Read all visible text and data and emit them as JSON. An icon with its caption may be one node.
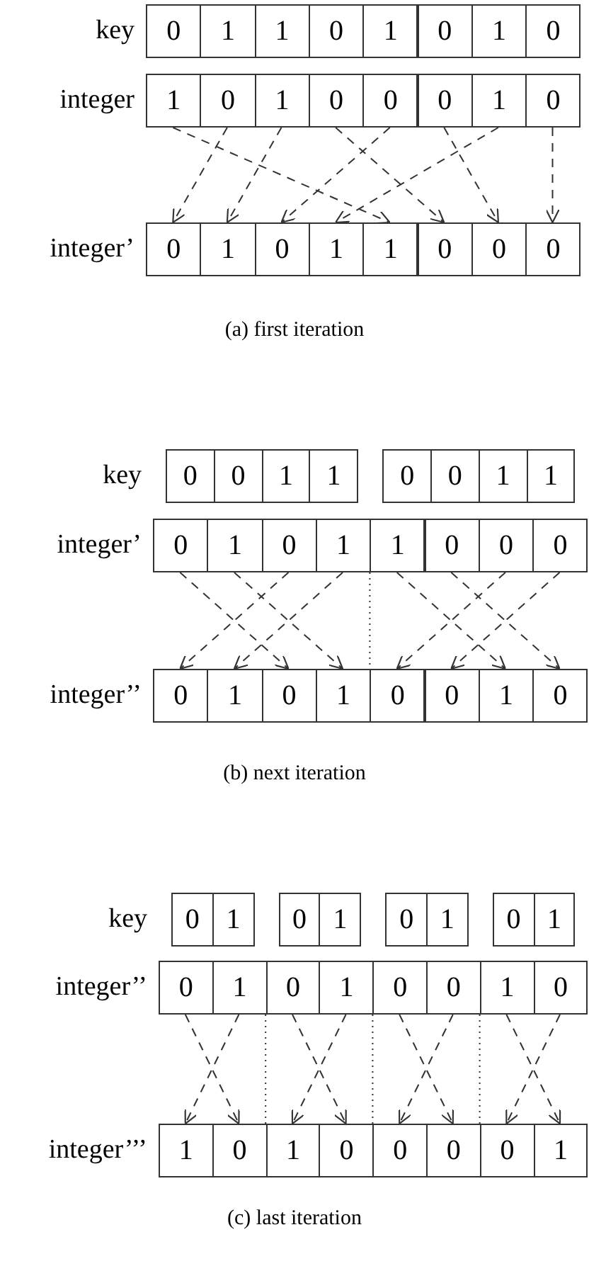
{
  "diagram": {
    "nodes": [
      {
        "text": [
          "0"
        ]
      },
      {
        "text": [
          "1"
        ]
      },
      {
        "text": [
          "1"
        ]
      },
      {
        "text": [
          "0"
        ]
      },
      {
        "text": [
          "1"
        ]
      },
      {
        "text": [
          "0"
        ]
      },
      {
        "text": [
          "1"
        ]
      },
      {
        "text": [
          "0"
        ]
      },
      {
        "text": [
          "1"
        ]
      },
      {
        "text": [
          "0"
        ]
      },
      {
        "text": [
          "1"
        ]
      },
      {
        "text": [
          "0"
        ]
      },
      {
        "text": [
          "0"
        ]
      },
      {
        "text": [
          "0"
        ]
      },
      {
        "text": [
          "1"
        ]
      },
      {
        "text": [
          "0"
        ]
      },
      {
        "text": [
          "0"
        ]
      },
      {
        "text": [
          "1"
        ]
      },
      {
        "text": [
          "0"
        ]
      },
      {
        "text": [
          "1"
        ]
      },
      {
        "text": [
          "1"
        ]
      },
      {
        "text": [
          "0"
        ]
      },
      {
        "text": [
          "0"
        ]
      },
      {
        "text": [
          "0"
        ]
      },
      {
        "text": [
          "0"
        ]
      },
      {
        "text": [
          "0"
        ]
      },
      {
        "text": [
          "1"
        ]
      },
      {
        "text": [
          "1"
        ]
      },
      {
        "text": [
          "0"
        ]
      },
      {
        "text": [
          "0"
        ]
      },
      {
        "text": [
          "1"
        ]
      },
      {
        "text": [
          "1"
        ]
      },
      {
        "text": [
          "0"
        ]
      },
      {
        "text": [
          "1"
        ]
      },
      {
        "text": [
          "0"
        ]
      },
      {
        "text": [
          "1"
        ]
      },
      {
        "text": [
          "1"
        ]
      },
      {
        "text": [
          "0"
        ]
      },
      {
        "text": [
          "0"
        ]
      },
      {
        "text": [
          "0"
        ]
      },
      {
        "text": [
          "0"
        ]
      },
      {
        "text": [
          "1"
        ]
      },
      {
        "text": [
          "0"
        ]
      },
      {
        "text": [
          "1"
        ]
      },
      {
        "text": [
          "0"
        ]
      },
      {
        "text": [
          "0"
        ]
      },
      {
        "text": [
          "1"
        ]
      },
      {
        "text": [
          "0"
        ]
      },
      {
        "text": [
          "0"
        ]
      },
      {
        "text": [
          "1"
        ]
      },
      {
        "text": [
          "0"
        ]
      },
      {
        "text": [
          "1"
        ]
      },
      {
        "text": [
          "0"
        ]
      },
      {
        "text": [
          "1"
        ]
      },
      {
        "text": [
          "0"
        ]
      },
      {
        "text": [
          "1"
        ]
      },
      {
        "text": [
          "0"
        ]
      },
      {
        "text": [
          "1"
        ]
      },
      {
        "text": [
          "0"
        ]
      },
      {
        "text": [
          "1"
        ]
      },
      {
        "text": [
          "0"
        ]
      },
      {
        "text": [
          "0"
        ]
      },
      {
        "text": [
          "1"
        ]
      },
      {
        "text": [
          "0"
        ]
      },
      {
        "text": [
          "1"
        ]
      },
      {
        "text": [
          "0"
        ]
      },
      {
        "text": [
          "1"
        ]
      },
      {
        "text": [
          "0"
        ]
      },
      {
        "text": [
          "0"
        ]
      },
      {
        "text": [
          "0"
        ]
      },
      {
        "text": [
          "0"
        ]
      },
      {
        "text": [
          "1"
        ]
      }
    ],
    "edges": [
      {
        "from": 8,
        "to": 20,
        "arrow": "to",
        "style": "dashed"
      },
      {
        "from": 9,
        "to": 16,
        "arrow": "to",
        "style": "dashed"
      },
      {
        "from": 10,
        "to": 17,
        "arrow": "to",
        "style": "dashed"
      },
      {
        "from": 11,
        "to": 21,
        "arrow": "to",
        "style": "dashed"
      },
      {
        "from": 12,
        "to": 18,
        "arrow": "to",
        "style": "dashed"
      },
      {
        "from": 13,
        "to": 22,
        "arrow": "to",
        "style": "dashed"
      },
      {
        "from": 14,
        "to": 19,
        "arrow": "to",
        "style": "dashed"
      },
      {
        "from": 15,
        "to": 23,
        "arrow": "to",
        "style": "dashed"
      },
      {
        "from": 32,
        "to": 42,
        "arrow": "to",
        "style": "dashed"
      },
      {
        "from": 33,
        "to": 43,
        "arrow": "to",
        "style": "dashed"
      },
      {
        "from": 34,
        "to": 40,
        "arrow": "to",
        "style": "dashed"
      },
      {
        "from": 35,
        "to": 41,
        "arrow": "to",
        "style": "dashed"
      },
      {
        "from": 36,
        "to": 46,
        "arrow": "to",
        "style": "dashed"
      },
      {
        "from": 37,
        "to": 47,
        "arrow": "to",
        "style": "dashed"
      },
      {
        "from": 38,
        "to": 44,
        "arrow": "to",
        "style": "dashed"
      },
      {
        "from": 39,
        "to": 45,
        "arrow": "to",
        "style": "dashed"
      },
      {
        "from": 56,
        "to": 65,
        "arrow": "to",
        "style": "dashed"
      },
      {
        "from": 57,
        "to": 64,
        "arrow": "to",
        "style": "dashed"
      },
      {
        "from": 58,
        "to": 67,
        "arrow": "to",
        "style": "dashed"
      },
      {
        "from": 59,
        "to": 66,
        "arrow": "to",
        "style": "dashed"
      },
      {
        "from": 60,
        "to": 69,
        "arrow": "to",
        "style": "dashed"
      },
      {
        "from": 61,
        "to": 68,
        "arrow": "to",
        "style": "dashed"
      },
      {
        "from": 62,
        "to": 71,
        "arrow": "to",
        "style": "dashed"
      },
      {
        "from": 63,
        "to": 70,
        "arrow": "to",
        "style": "dashed"
      }
    ],
    "labels": [
      "key",
      "integer",
      "integer’",
      "(a) first iteration",
      "key",
      "integer’",
      "integer’’",
      "(b) next iteration",
      "key",
      "integer’’",
      "integer’’’",
      "(c) last iteration"
    ]
  }
}
